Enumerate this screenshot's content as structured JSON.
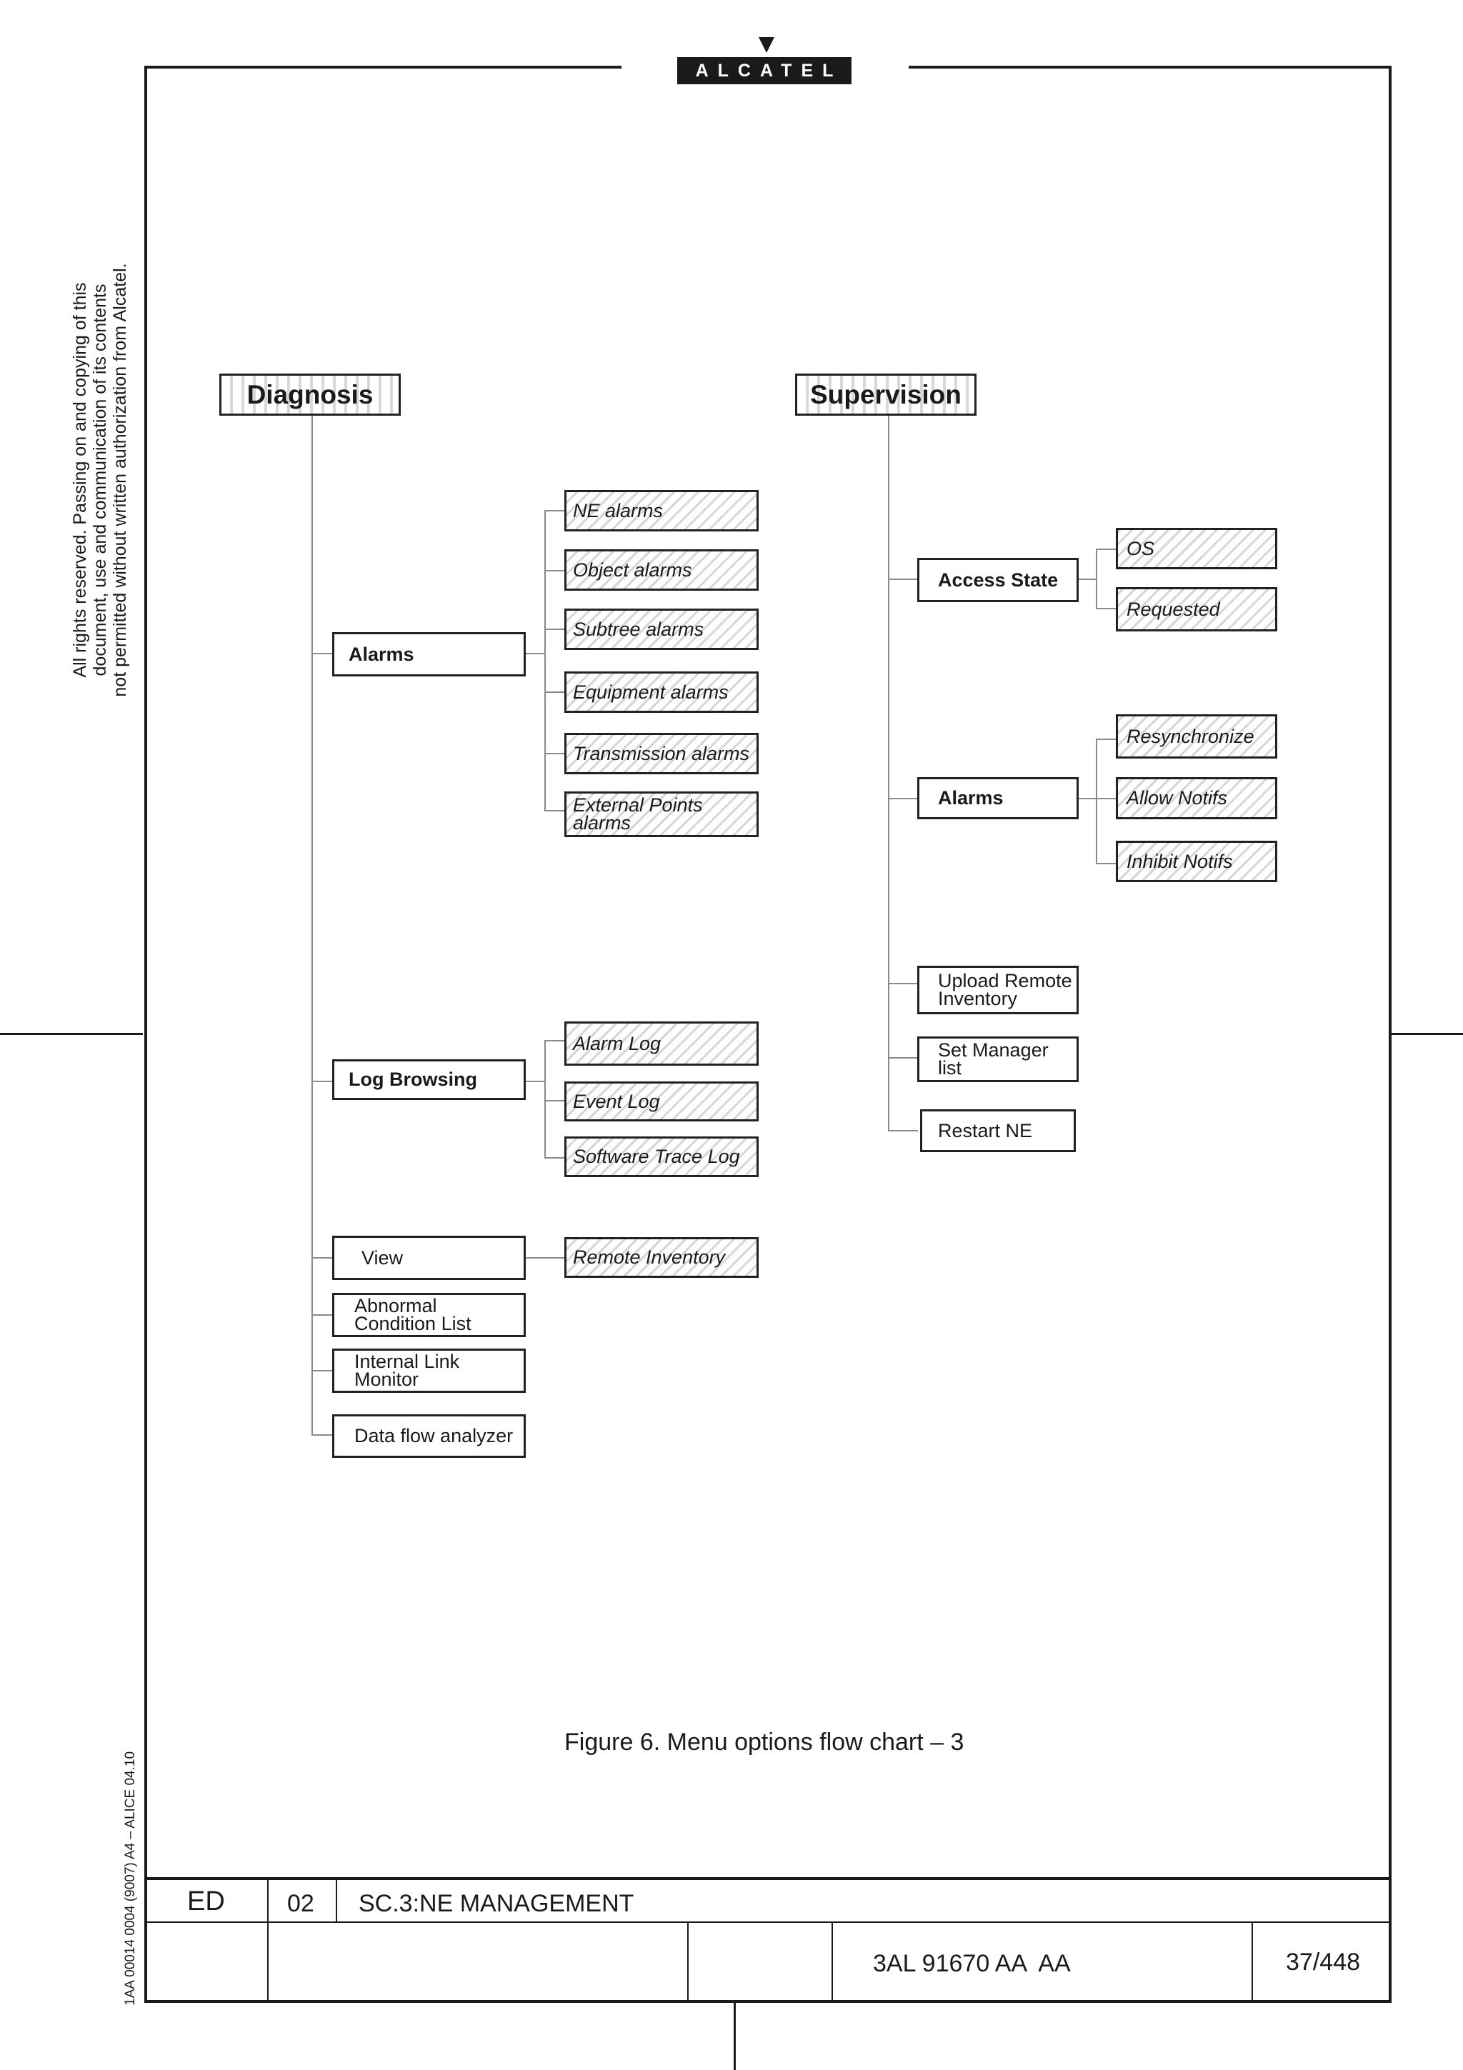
{
  "header": {
    "logo_text": "ALCATEL"
  },
  "side_notice": {
    "line1": "All rights reserved. Passing on and copying of this",
    "line2": "document, use and communication of its contents",
    "line3": "not permitted without written authorization from Alcatel."
  },
  "side_code": "1AA 00014 0004 (9007) A4 – ALICE 04.10",
  "diagram": {
    "diagnosis": {
      "title": "Diagnosis",
      "alarms": {
        "label": "Alarms",
        "items": [
          "NE alarms",
          "Object alarms",
          "Subtree alarms",
          "Equipment alarms",
          "Transmission alarms",
          "External Points\nalarms"
        ]
      },
      "log_browsing": {
        "label": "Log Browsing",
        "items": [
          "Alarm Log",
          "Event Log",
          "Software Trace Log"
        ]
      },
      "view": {
        "label": "View",
        "items": [
          "Remote Inventory"
        ]
      },
      "abnormal_condition_list": "Abnormal\nCondition List",
      "internal_link_monitor": "Internal Link\nMonitor",
      "data_flow_analyzer": "Data flow analyzer"
    },
    "supervision": {
      "title": "Supervision",
      "access_state": {
        "label": "Access State",
        "items": [
          "OS",
          "Requested"
        ]
      },
      "alarms": {
        "label": "Alarms",
        "items": [
          "Resynchronize",
          "Allow Notifs",
          "Inhibit Notifs"
        ]
      },
      "upload_remote_inventory": "Upload Remote\nInventory",
      "set_manager_list": "Set Manager list",
      "restart_ne": "Restart NE"
    }
  },
  "caption": "Figure 6. Menu options flow chart – 3",
  "footer": {
    "ed_label": "ED",
    "ed_value": "02",
    "section": "SC.3:NE MANAGEMENT",
    "doc_number": "3AL 91670 AA  AA",
    "page": "37/448"
  }
}
